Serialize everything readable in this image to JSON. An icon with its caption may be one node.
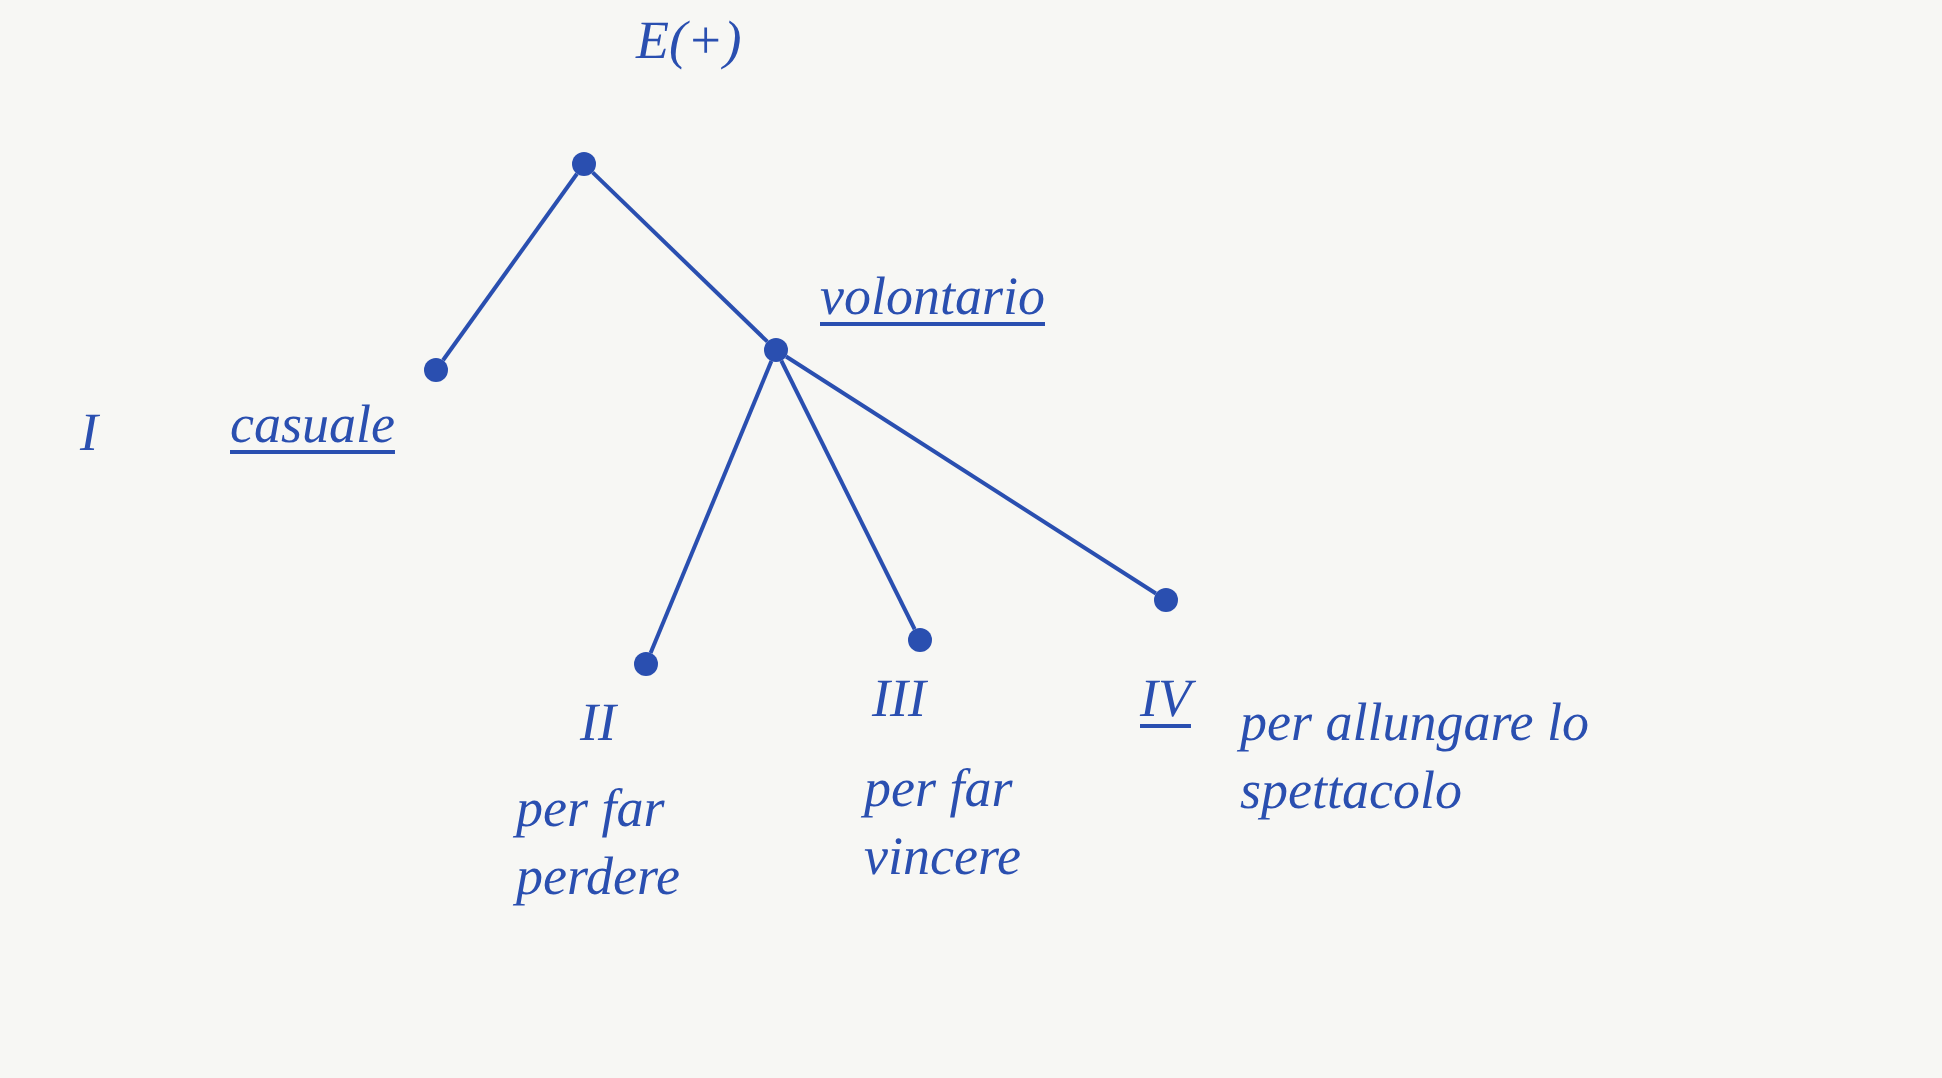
{
  "diagram": {
    "nodes": [
      {
        "text": [],
        "shape": "circle",
        "beside": [
          "E(+)"
        ]
      },
      {
        "text": [],
        "shape": "circle",
        "beside": [
          "I",
          "casuale"
        ]
      },
      {
        "text": [],
        "shape": "circle",
        "beside": [
          "volontario"
        ]
      },
      {
        "text": [],
        "shape": "circle",
        "beside": [
          "II",
          "per far perdere"
        ]
      },
      {
        "text": [],
        "shape": "circle",
        "beside": [
          "III",
          "per far vincere"
        ]
      },
      {
        "text": [],
        "shape": "circle",
        "beside": [
          "IV",
          "per allungare lo spettacolo"
        ]
      }
    ],
    "edges": [
      {
        "from": 0,
        "to": 1,
        "arrow": "none"
      },
      {
        "from": 0,
        "to": 2,
        "arrow": "none"
      },
      {
        "from": 2,
        "to": 3,
        "arrow": "none"
      },
      {
        "from": 2,
        "to": 4,
        "arrow": "none"
      },
      {
        "from": 2,
        "to": 5,
        "arrow": "none"
      }
    ]
  }
}
